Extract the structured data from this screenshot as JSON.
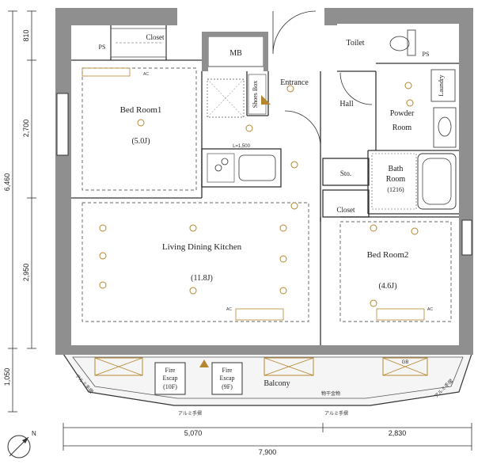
{
  "rooms": {
    "bedroom1": {
      "name": "Bed Room1",
      "size": "(5.0J)"
    },
    "bedroom2": {
      "name": "Bed Room2",
      "size": "(4.6J)"
    },
    "ldk": {
      "name": "Living Dining Kitchen",
      "size": "(11.8J)"
    },
    "entrance": "Entrance",
    "hall": "Hall",
    "powder": {
      "line1": "Powder",
      "line2": "Room"
    },
    "bath": {
      "line1": "Bath",
      "line2": "Room",
      "size": "(1216)"
    },
    "toilet": "Toilet",
    "balcony": "Balcony"
  },
  "storage": {
    "closet_top": "Closet",
    "closet_bed2": "Closet",
    "mb": "MB",
    "shoes_box": "Shoes Box",
    "storage": "Sto.",
    "laundry": "Laundry",
    "ps_left": "PS",
    "ps_right": "PS"
  },
  "fire_escape": [
    {
      "line1": "Fire",
      "line2": "Escap",
      "floor": "(10F)"
    },
    {
      "line1": "Fire",
      "line2": "Escap",
      "floor": "(9F)"
    }
  ],
  "kitchen_length": "L=1,500",
  "railing_labels": {
    "left": "アルミ手摺",
    "bottom_left": "アルミ手摺",
    "bottom_right": "アルミ手摺",
    "right": "アルミ手摺",
    "laundry_pole": "物干金物"
  },
  "dimensions": {
    "left": [
      "810",
      "2,700",
      "6,460",
      "2,950",
      "1,050"
    ],
    "bottom_segments": [
      "5,070",
      "2,830"
    ],
    "bottom_total": "7,900"
  },
  "ac_label": "AC",
  "gb_label": "GB",
  "north_label": "N",
  "colors": {
    "wall": "#8f8f8f",
    "ink": "#222222",
    "fixture": "#b5862e",
    "balcony_fill": "#f4f4f4"
  }
}
